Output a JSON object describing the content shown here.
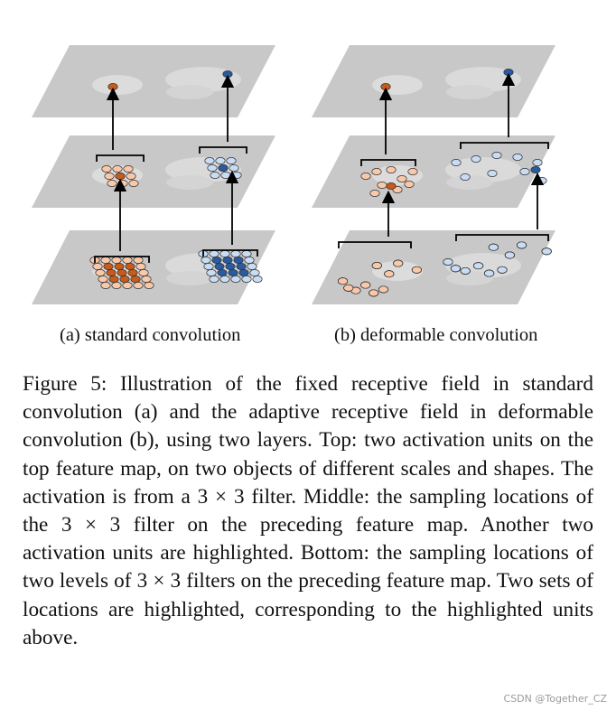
{
  "subfigures": {
    "a_label": "(a) standard convolution",
    "b_label": "(b) deformable convolution"
  },
  "caption": "Figure 5: Illustration of the fixed receptive field in standard convolution (a) and the adaptive receptive field in deformable convolution (b), using two layers. Top: two activation units on the top feature map, on two objects of different scales and shapes. The activation is from a 3 × 3 filter. Middle: the sampling locations of the 3 × 3 filter on the preceding feature map. Another two activation units are highlighted. Bottom: the sampling locations of two levels of 3 × 3 filters on the preceding feature map. Two sets of locations are highlighted, corresponding to the highlighted units above.",
  "watermark": "CSDN @Together_CZ",
  "colors": {
    "plane": "#c8c8c8",
    "orange_dark": "#c85a1a",
    "orange_light": "#f8c8a8",
    "blue_dark": "#2a5aa0",
    "blue_light": "#c8dcf4"
  }
}
